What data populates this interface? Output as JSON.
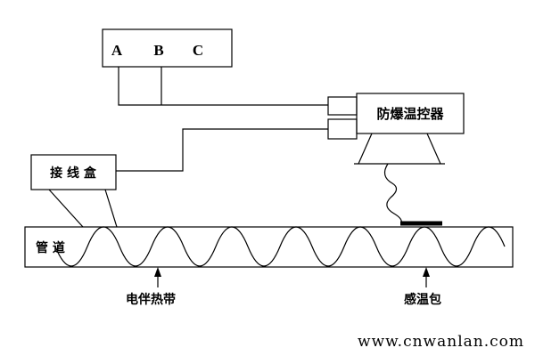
{
  "diagram": {
    "phase_labels": [
      "A",
      "B",
      "C"
    ],
    "controller_label": "防爆温控器",
    "junction_box_label": "接 线 盒",
    "pipe_label": "管 道",
    "heat_trace_label": "电伴热带",
    "sensor_label": "感温包"
  },
  "watermark": {
    "text": "www.cnwanlan.com",
    "color": "#c9c9c9"
  },
  "colors": {
    "line": "#000000",
    "text": "#000000",
    "background": "#ffffff"
  }
}
